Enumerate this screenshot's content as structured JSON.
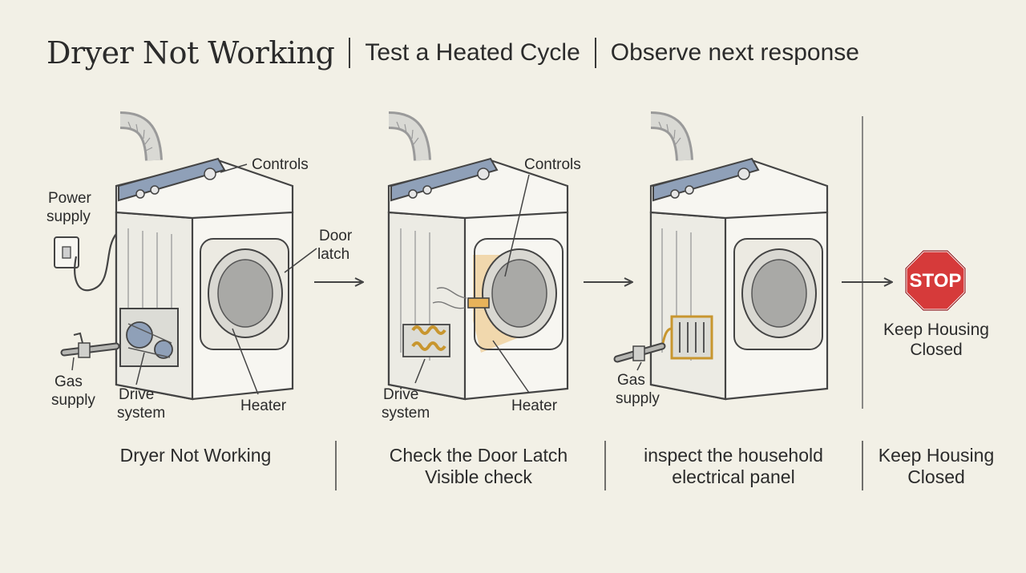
{
  "header": {
    "title": "Dryer Not Working",
    "step": "Test a Heated Cycle",
    "action": "Observe next response"
  },
  "panel1": {
    "labels": {
      "controls": "Controls",
      "power_line1": "Power",
      "power_line2": "supply",
      "door_line1": "Door",
      "door_line2": "latch",
      "gas_line1": "Gas",
      "gas_line2": "supply",
      "drive_line1": "Drive",
      "drive_line2": "system",
      "heater": "Heater"
    }
  },
  "panel2": {
    "labels": {
      "controls": "Controls",
      "drive_line1": "Drive",
      "drive_line2": "system",
      "heater": "Heater"
    }
  },
  "panel3": {
    "labels": {
      "gas_line1": "Gas",
      "gas_line2": "supply"
    }
  },
  "panel4": {
    "stop_sign": "STOP",
    "line1": "Keep Housing",
    "line2": "Closed"
  },
  "captions": {
    "c1": "Dryer Not Working",
    "c2_line1": "Check the Door Latch",
    "c2_line2": "Visible check",
    "c3_line1": "inspect the household",
    "c3_line2": "electrical panel",
    "c4_line1": "Keep Housing",
    "c4_line2": "Closed"
  },
  "colors": {
    "background": "#f2f0e6",
    "control_panel": "#8fa0b8",
    "highlight": "#e8b35a",
    "stop": "#d63a3a"
  }
}
